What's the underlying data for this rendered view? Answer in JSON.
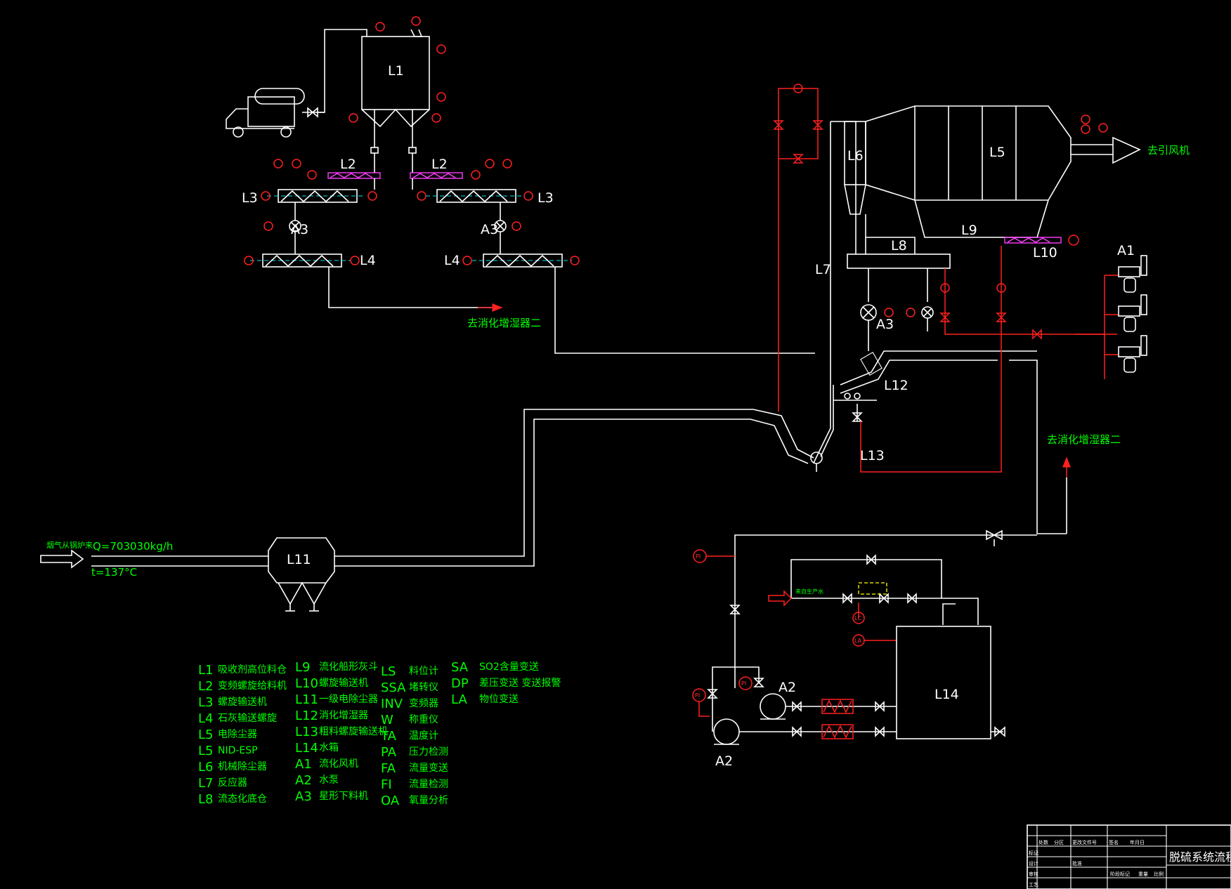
{
  "drawing": {
    "title": "脱硫系统流程图",
    "equipment_labels": {
      "L1": "L1",
      "L2": "L2",
      "L3": "L3",
      "L4": "L4",
      "L5": "L5",
      "L6": "L6",
      "L7": "L7",
      "L8": "L8",
      "L9": "L9",
      "L10": "L10",
      "L11": "L11",
      "L12": "L12",
      "L13": "L13",
      "L14": "L14",
      "A1": "A1",
      "A2": "A2",
      "A3": "A3"
    },
    "annotations": {
      "flue_gas_in": "烟气从锅炉来",
      "flow_rate": "Q=703030kg/h",
      "temperature": "t=137°C",
      "to_humidifier": "去消化增湿器二",
      "to_fan": "去引风机",
      "water_supply": "来自生产水"
    },
    "instrument_tags": {
      "PI": "PI",
      "LC": "LC",
      "LA": "LA"
    }
  },
  "legend": {
    "col1": [
      {
        "code": "L1",
        "desc": "吸收剂高位料仓"
      },
      {
        "code": "L2",
        "desc": "变频螺旋给料机"
      },
      {
        "code": "L3",
        "desc": "螺旋输送机"
      },
      {
        "code": "L4",
        "desc": "石灰输送螺旋"
      },
      {
        "code": "L5",
        "desc": "电除尘器"
      },
      {
        "code": "L5",
        "desc": "NID-ESP"
      },
      {
        "code": "L6",
        "desc": "机械除尘器"
      },
      {
        "code": "L7",
        "desc": "反应器"
      },
      {
        "code": "L8",
        "desc": "流态化底仓"
      }
    ],
    "col2": [
      {
        "code": "L9",
        "desc": "流化船形灰斗"
      },
      {
        "code": "L10",
        "desc": "螺旋输送机"
      },
      {
        "code": "L11",
        "desc": "一级电除尘器"
      },
      {
        "code": "L12",
        "desc": "消化增湿器"
      },
      {
        "code": "L13",
        "desc": "粗料螺旋输送机"
      },
      {
        "code": "L14",
        "desc": "水箱"
      },
      {
        "code": "A1",
        "desc": "流化风机"
      },
      {
        "code": "A2",
        "desc": "水泵"
      },
      {
        "code": "A3",
        "desc": "星形下料机"
      }
    ],
    "col3": [
      {
        "code": "LS",
        "desc": "料位计"
      },
      {
        "code": "SSA",
        "desc": "堵转仪"
      },
      {
        "code": "INV",
        "desc": "变频器"
      },
      {
        "code": "W",
        "desc": "称重仪"
      },
      {
        "code": "TA",
        "desc": "温度计"
      },
      {
        "code": "PA",
        "desc": "压力检测"
      },
      {
        "code": "FA",
        "desc": "流量变送"
      },
      {
        "code": "FI",
        "desc": "流量检测"
      },
      {
        "code": "OA",
        "desc": "氧量分析"
      }
    ],
    "col4": [
      {
        "code": "SA",
        "desc": "SO2含量变送"
      },
      {
        "code": "DP",
        "desc": "差压变送 变送报警"
      },
      {
        "code": "LA",
        "desc": "物位变送"
      }
    ]
  },
  "title_block": {
    "rows": [
      "标记",
      "设计",
      "审核",
      "工艺",
      "批准"
    ],
    "headers": [
      "处数",
      "分区",
      "更改文件号",
      "签名",
      "年月日"
    ],
    "stage": "阶段标记",
    "weight": "重量",
    "scale": "比例"
  }
}
